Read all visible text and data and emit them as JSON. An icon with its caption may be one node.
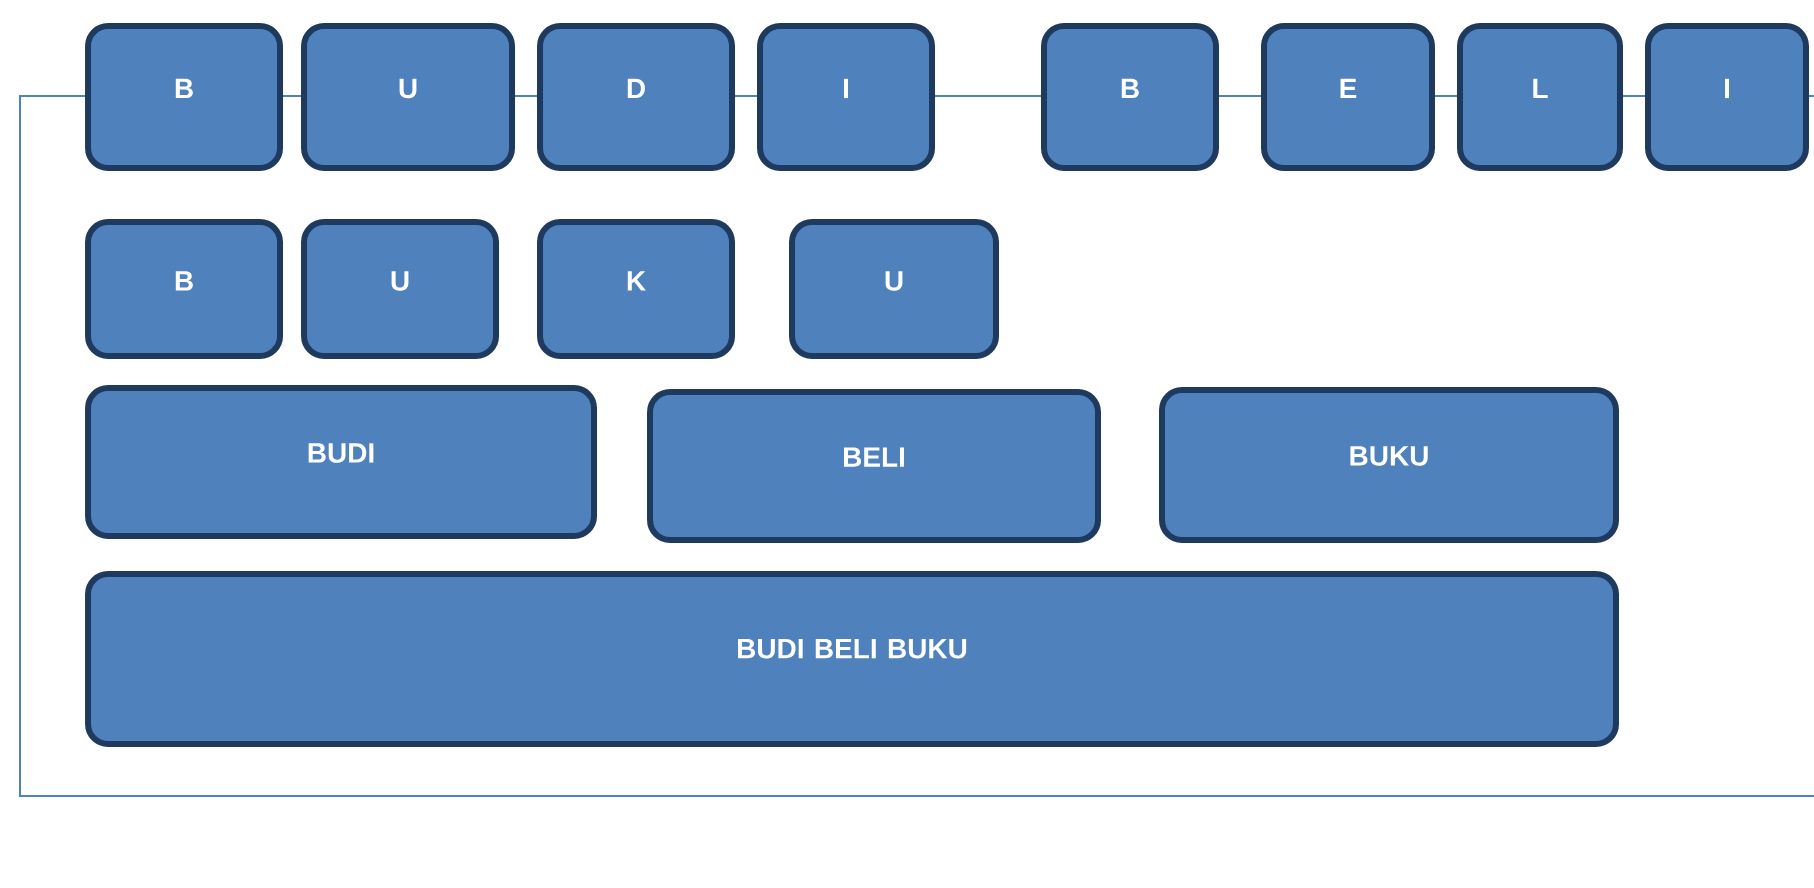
{
  "diagram": {
    "nodes": [
      {
        "text": [
          "B"
        ]
      },
      {
        "text": [
          "U"
        ]
      },
      {
        "text": [
          "D"
        ]
      },
      {
        "text": [
          "I"
        ]
      },
      {
        "text": [
          "B"
        ]
      },
      {
        "text": [
          "E"
        ]
      },
      {
        "text": [
          "L"
        ]
      },
      {
        "text": [
          "I"
        ]
      },
      {
        "text": [
          "B"
        ]
      },
      {
        "text": [
          "U"
        ]
      },
      {
        "text": [
          "K"
        ]
      },
      {
        "text": [
          "U"
        ]
      },
      {
        "text": [
          "BUDI"
        ]
      },
      {
        "text": [
          "BELI"
        ]
      },
      {
        "text": [
          "BUKU"
        ]
      },
      {
        "text": [
          "BUDI BELI BUKU"
        ]
      }
    ]
  }
}
